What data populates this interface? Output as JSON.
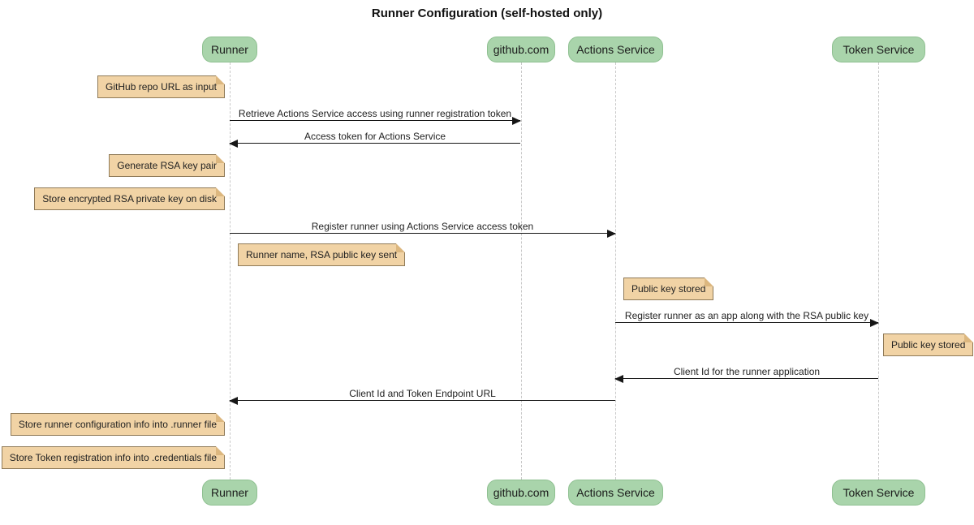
{
  "title": "Runner Configuration (self-hosted only)",
  "participants": {
    "runner": {
      "label": "Runner"
    },
    "github": {
      "label": "github.com"
    },
    "actions": {
      "label": "Actions Service"
    },
    "token": {
      "label": "Token Service"
    }
  },
  "messages": {
    "m1": {
      "text": "Retrieve Actions Service access using runner registration token",
      "from": "Runner",
      "to": "github.com",
      "direction": "right"
    },
    "m2": {
      "text": "Access token for Actions Service",
      "from": "github.com",
      "to": "Runner",
      "direction": "left"
    },
    "m3": {
      "text": "Register runner using Actions Service access token",
      "from": "Runner",
      "to": "Actions Service",
      "direction": "right"
    },
    "m4": {
      "text": "Register runner as an app along with the RSA public key",
      "from": "Actions Service",
      "to": "Token Service",
      "direction": "right"
    },
    "m5": {
      "text": "Client Id for the runner application",
      "from": "Token Service",
      "to": "Actions Service",
      "direction": "left"
    },
    "m6": {
      "text": "Client Id and Token Endpoint URL",
      "from": "Actions Service",
      "to": "Runner",
      "direction": "left"
    }
  },
  "notes": {
    "n1": {
      "text": "GitHub repo URL as input",
      "anchor": "left of Runner"
    },
    "n2": {
      "text": "Generate RSA key pair",
      "anchor": "left of Runner"
    },
    "n3": {
      "text": "Store encrypted RSA private key on disk",
      "anchor": "left of Runner"
    },
    "n4": {
      "text": "Runner name, RSA public key sent",
      "anchor": "right of Runner"
    },
    "n5": {
      "text": "Public key stored",
      "anchor": "right of Actions Service"
    },
    "n6": {
      "text": "Public key stored",
      "anchor": "right of Token Service"
    },
    "n7": {
      "text": "Store runner configuration info into .runner file",
      "anchor": "left of Runner"
    },
    "n8": {
      "text": "Store Token registration info into .credentials file",
      "anchor": "left of Runner"
    }
  },
  "colors": {
    "participant_fill": "#a9d4ab",
    "participant_border": "#8fc091",
    "note_fill": "#f1d3a5",
    "note_border": "#8f7a58",
    "note_fold": "#dcb77f",
    "lifeline": "#c9c9c9",
    "arrow": "#161616",
    "text": "#1a1a1a"
  }
}
